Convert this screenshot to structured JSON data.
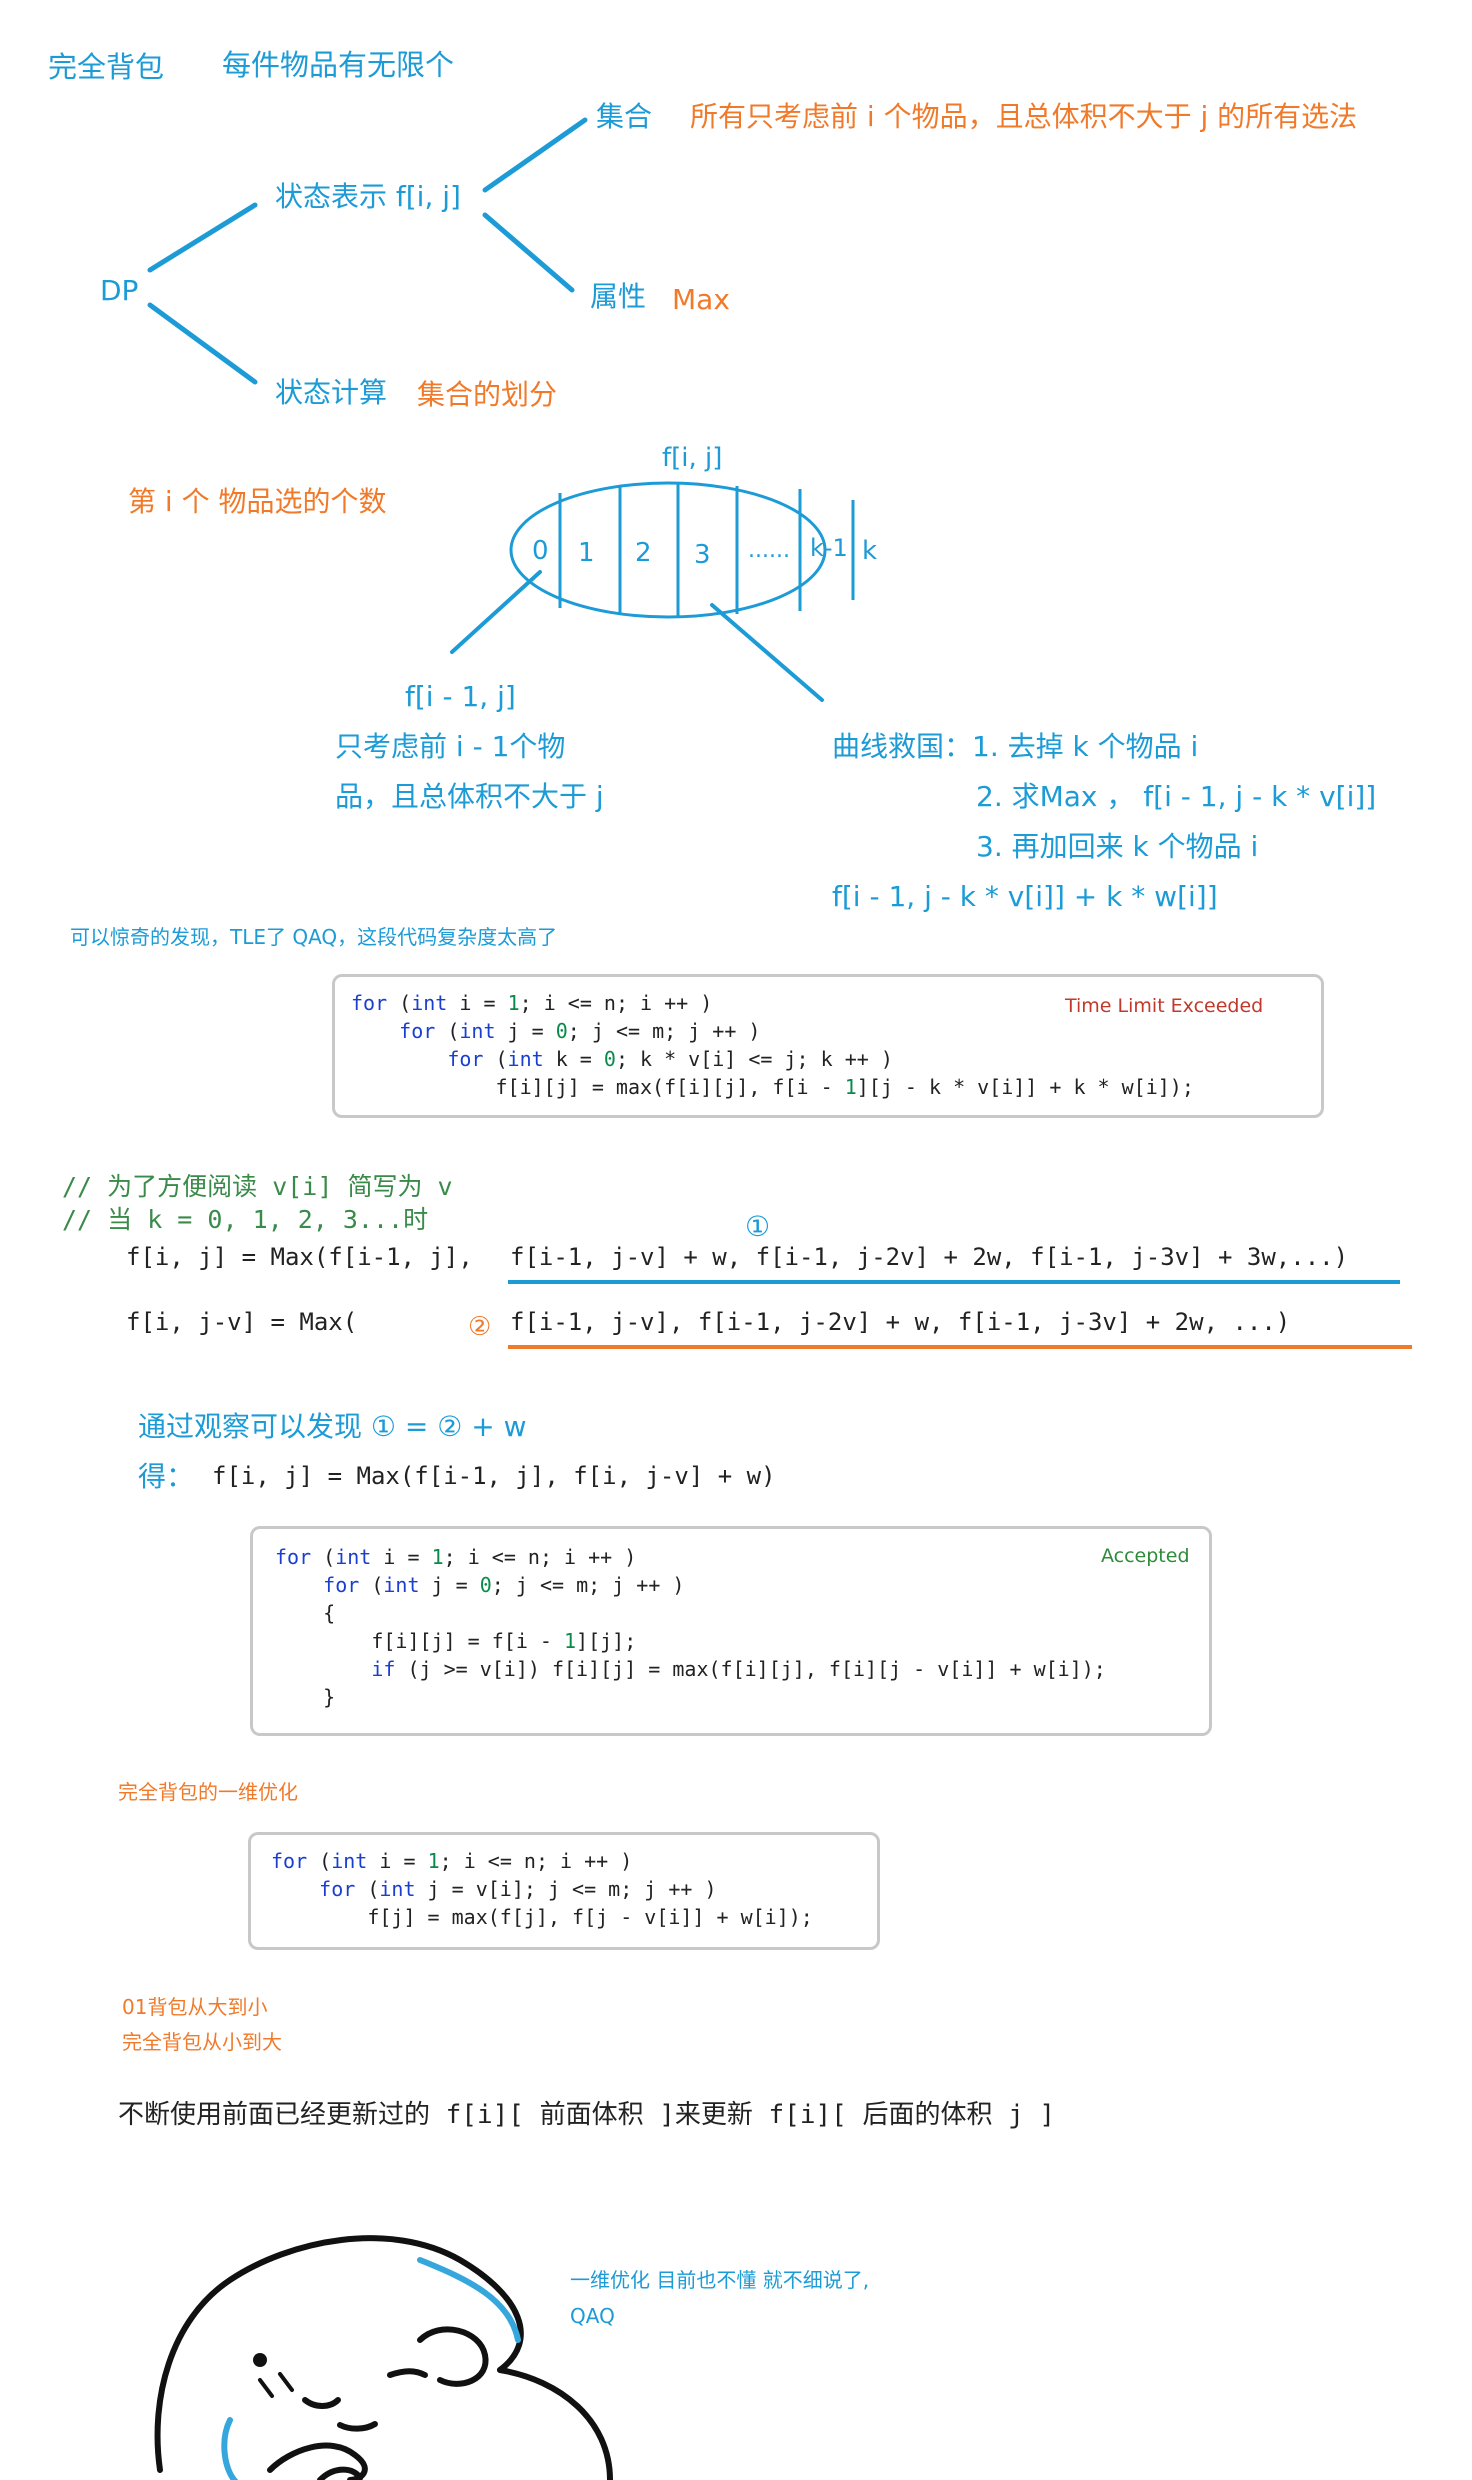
{
  "header": {
    "title": "完全背包",
    "subtitle": "每件物品有无限个"
  },
  "tree": {
    "root": "DP",
    "state_repr": "状态表示 f[i, j]",
    "set_label": "集合",
    "set_desc": "所有只考虑前 i 个物品，且总体积不大于 j 的所有选法",
    "attr_label": "属性",
    "attr_value": "Max",
    "state_calc": "状态计算",
    "state_calc_desc": "集合的划分"
  },
  "partition": {
    "caption": "第 i 个 物品选的个数",
    "top_label": "f[i, j]",
    "cells": [
      "0",
      "1",
      "2",
      "3",
      "......",
      "k-1",
      "k"
    ],
    "left_title": "f[i - 1, j]",
    "left_desc_1": "只考虑前 i - 1个物",
    "left_desc_2": "品，且总体积不大于 j",
    "right_1": "曲线救国：1. 去掉 k 个物品 i",
    "right_2": "2. 求Max ， f[i - 1, j - k * v[i]]",
    "right_3": "3. 再加回来 k 个物品 i",
    "right_4": "f[i - 1, j - k * v[i]] + k * w[i]]"
  },
  "tle_note": "可以惊奇的发现，TLE了 QAQ，这段代码复杂度太高了",
  "code1": {
    "status": "Time Limit Exceeded",
    "status_color": "#c0392b"
  },
  "derivation": {
    "comment1": "// 为了方便阅读 v[i] 简写为 v",
    "comment2": "// 当 k = 0, 1, 2, 3...时",
    "eq1_lhs": "f[i, j] = Max(f[i-1, j], ",
    "eq1_rhs": "f[i-1, j-v] + w, f[i-1, j-2v] + 2w, f[i-1, j-3v] + 3w,...)",
    "eq2_lhs": "f[i, j-v] = Max(",
    "eq2_rhs": "f[i-1, j-v],     f[i-1, j-2v] + w,  f[i-1, j-3v] + 2w, ...)",
    "mark1": "①",
    "mark2": "②",
    "observe": "通过观察可以发现 ① = ②  + w",
    "result_prefix": "得：",
    "result": "f[i, j] = Max(f[i-1, j], f[i, j-v] + w)"
  },
  "code2": {
    "status": "Accepted",
    "status_color": "#2e8b3a"
  },
  "opt_title": "完全背包的一维优化",
  "order_note_1": "01背包从大到小",
  "order_note_2": "完全背包从小到大",
  "update_note": "不断使用前面已经更新过的 f[i][ 前面体积 ]来更新 f[i][ 后面的体积 j ]",
  "ending_note_1": "一维优化 目前也不懂 就不细说了,",
  "ending_note_2": "QAQ",
  "colors": {
    "blue": "#1c9bd6",
    "orange": "#f07a2a"
  }
}
